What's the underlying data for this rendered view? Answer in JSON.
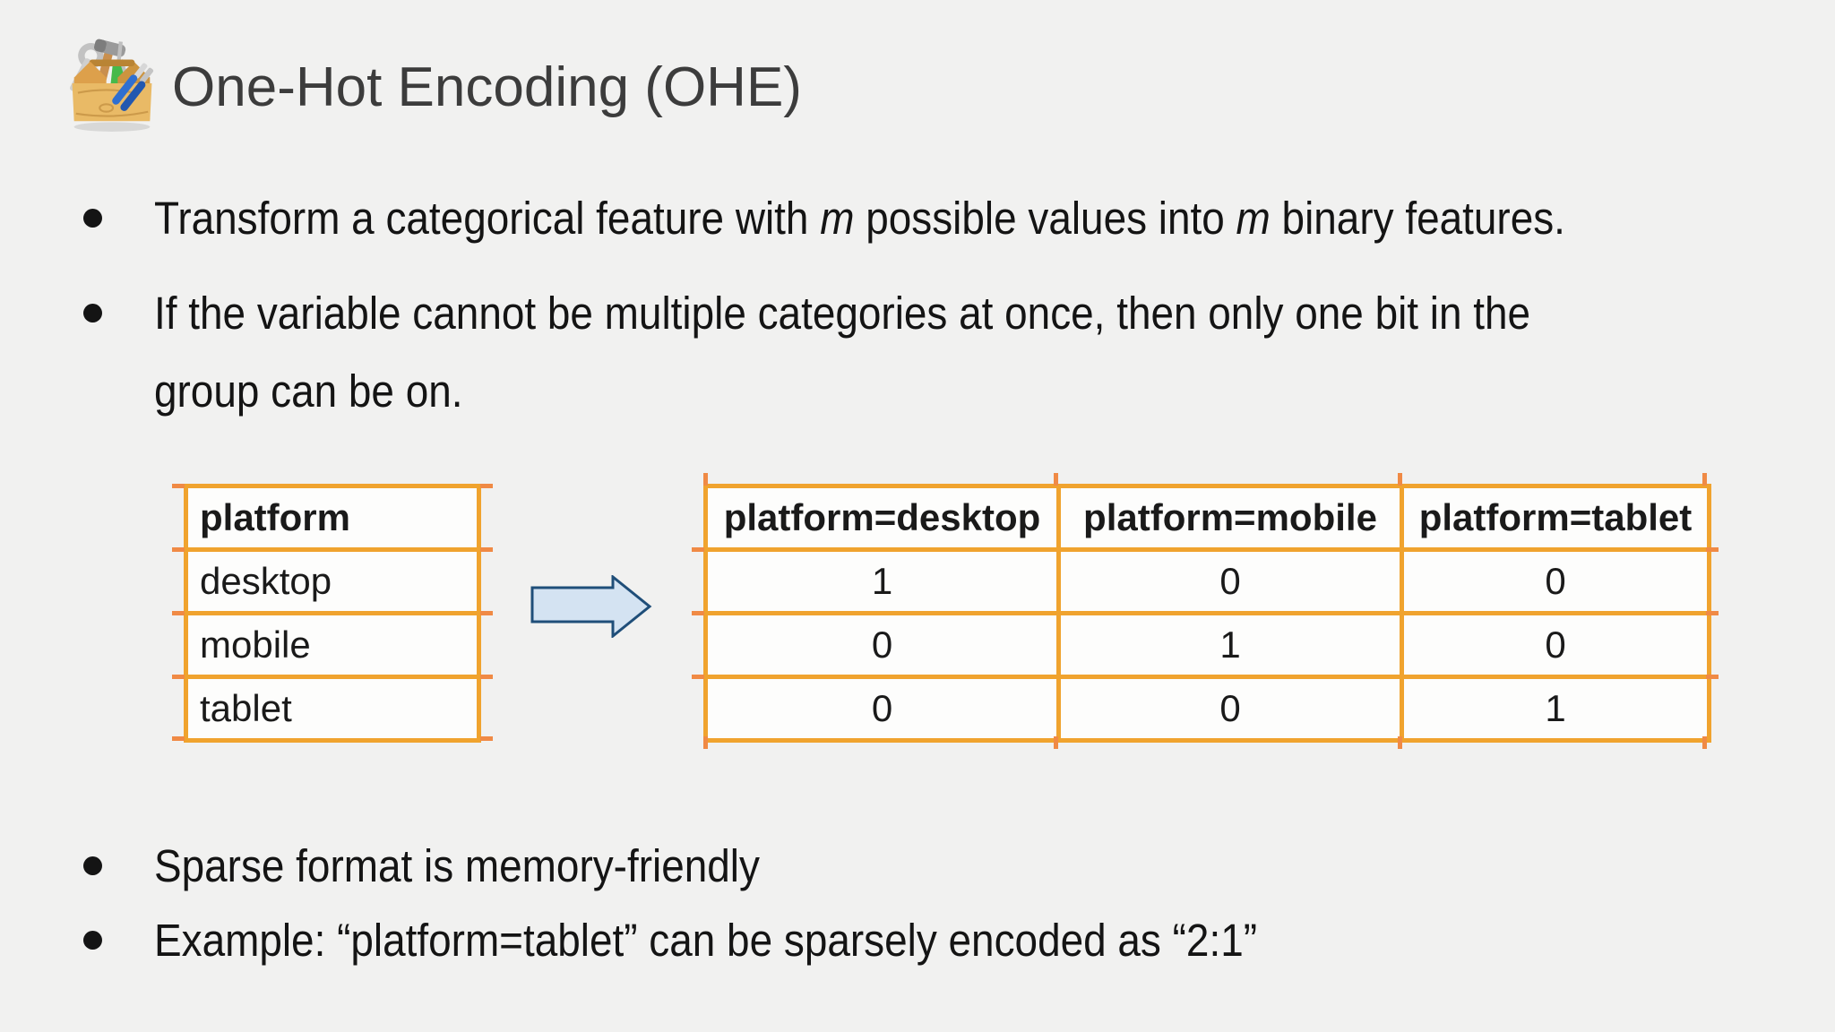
{
  "slide": {
    "title": "One-Hot Encoding (OHE)",
    "bullets_top": {
      "b1": {
        "segments": {
          "s0": "Transform a categorical feature with ",
          "s1": "m",
          "s2": " possible values into ",
          "s3": "m",
          "s4": " binary features."
        }
      },
      "b2": {
        "lines": {
          "l0": "If the variable cannot be multiple categories at once, then only one bit in the",
          "l1": "group can be on."
        }
      }
    },
    "bullets_bottom": {
      "b3": "Sparse format is memory-friendly",
      "b4": "Example: “platform=tablet” can be sparsely encoded as “2:1”"
    },
    "left_table": {
      "header": "platform",
      "rows": [
        "desktop",
        "mobile",
        "tablet"
      ]
    },
    "right_table": {
      "headers": [
        "platform=desktop",
        "platform=mobile",
        "platform=tablet"
      ],
      "rows": [
        [
          "1",
          "0",
          "0"
        ],
        [
          "0",
          "1",
          "0"
        ],
        [
          "0",
          "0",
          "1"
        ]
      ]
    },
    "colors": {
      "background": "#f1f1f0",
      "table_border": "#f0a32e",
      "table_tick": "#f08a45",
      "arrow_fill": "#d4e3f2",
      "arrow_stroke": "#1f4e79",
      "title_color": "#3c3c3c",
      "text_color": "#141414"
    }
  }
}
